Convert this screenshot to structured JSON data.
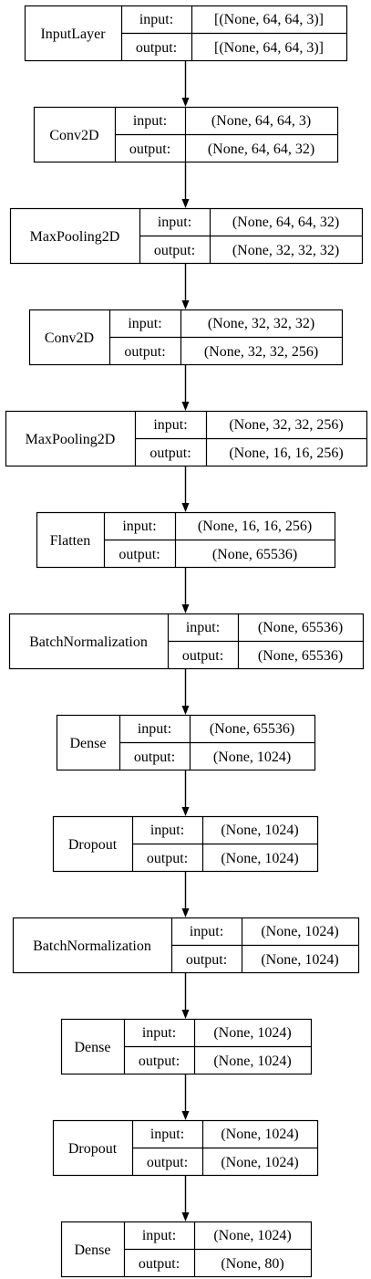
{
  "diagram": {
    "port_labels": {
      "input": "input:",
      "output": "output:"
    },
    "layers": [
      {
        "name": "InputLayer",
        "input": "[(None, 64, 64, 3)]",
        "output": "[(None, 64, 64, 3)]"
      },
      {
        "name": "Conv2D",
        "input": "(None, 64, 64, 3)",
        "output": "(None, 64, 64, 32)"
      },
      {
        "name": "MaxPooling2D",
        "input": "(None, 64, 64, 32)",
        "output": "(None, 32, 32, 32)"
      },
      {
        "name": "Conv2D",
        "input": "(None, 32, 32, 32)",
        "output": "(None, 32, 32, 256)"
      },
      {
        "name": "MaxPooling2D",
        "input": "(None, 32, 32, 256)",
        "output": "(None, 16, 16, 256)"
      },
      {
        "name": "Flatten",
        "input": "(None, 16, 16, 256)",
        "output": "(None, 65536)"
      },
      {
        "name": "BatchNormalization",
        "input": "(None, 65536)",
        "output": "(None, 65536)"
      },
      {
        "name": "Dense",
        "input": "(None, 65536)",
        "output": "(None, 1024)"
      },
      {
        "name": "Dropout",
        "input": "(None, 1024)",
        "output": "(None, 1024)"
      },
      {
        "name": "BatchNormalization",
        "input": "(None, 1024)",
        "output": "(None, 1024)"
      },
      {
        "name": "Dense",
        "input": "(None, 1024)",
        "output": "(None, 1024)"
      },
      {
        "name": "Dropout",
        "input": "(None, 1024)",
        "output": "(None, 1024)"
      },
      {
        "name": "Dense",
        "input": "(None, 1024)",
        "output": "(None, 80)"
      }
    ]
  }
}
